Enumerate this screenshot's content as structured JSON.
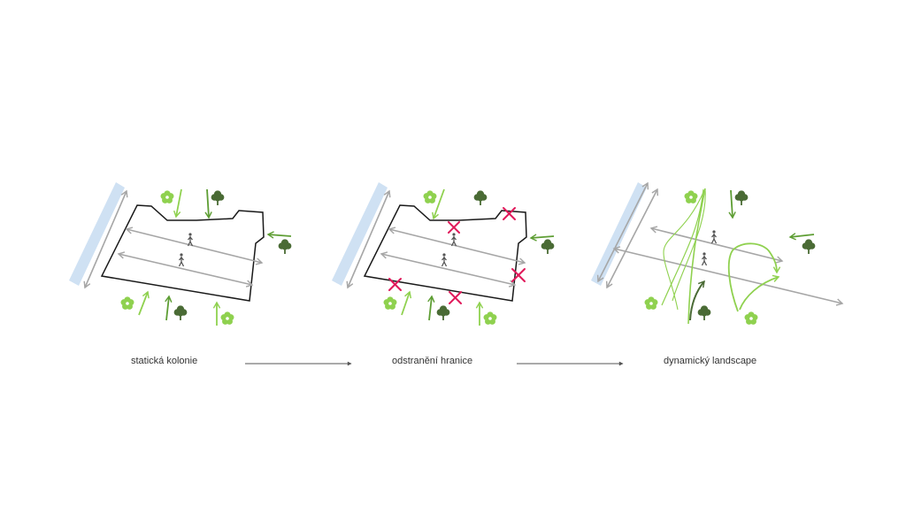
{
  "captions": {
    "stage1": "statická kolonie",
    "stage2": "odstranění hranice",
    "stage3": "dynamický landscape"
  },
  "colors": {
    "water": "#cfe1f3",
    "boundary": "#1a1a1a",
    "path_arrow": "#a6a6a6",
    "light_green": "#8fd14f",
    "mid_green": "#5e9e34",
    "dark_green": "#4a6b35",
    "remove_mark": "#e0195a",
    "connector": "#555555"
  },
  "icons": [
    "flower-icon",
    "tree-icon",
    "pedestrian-icon",
    "cross-mark-icon"
  ]
}
